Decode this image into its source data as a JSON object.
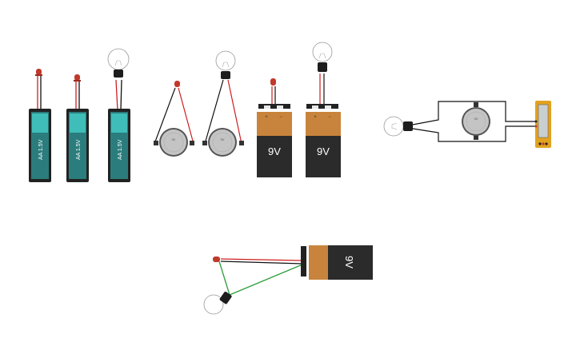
{
  "labels": {
    "aa_battery": "AA 1.5V",
    "nine_volt": "9V",
    "coin_cell": "3V",
    "plus": "+",
    "minus": "−"
  },
  "colors": {
    "aa_body": "#2b7d7d",
    "aa_cell": "#3fbdb8",
    "nine_volt_top": "#c8843c",
    "nine_volt_body": "#2b2b2b",
    "coin_cell": "#c4c4c4",
    "led": "#c0392b",
    "wire_red": "#cc1f1f",
    "wire_black": "#111111",
    "wire_green": "#2e9e3a",
    "meter_frame": "#e0a220"
  },
  "components": [
    "aa-battery-led",
    "aa-battery-led",
    "aa-battery-bulb",
    "coin-cell-led",
    "coin-cell-bulb",
    "nine-volt-led",
    "nine-volt-bulb",
    "bulb-coin-cell-meter",
    "nine-volt-led-bulb"
  ]
}
